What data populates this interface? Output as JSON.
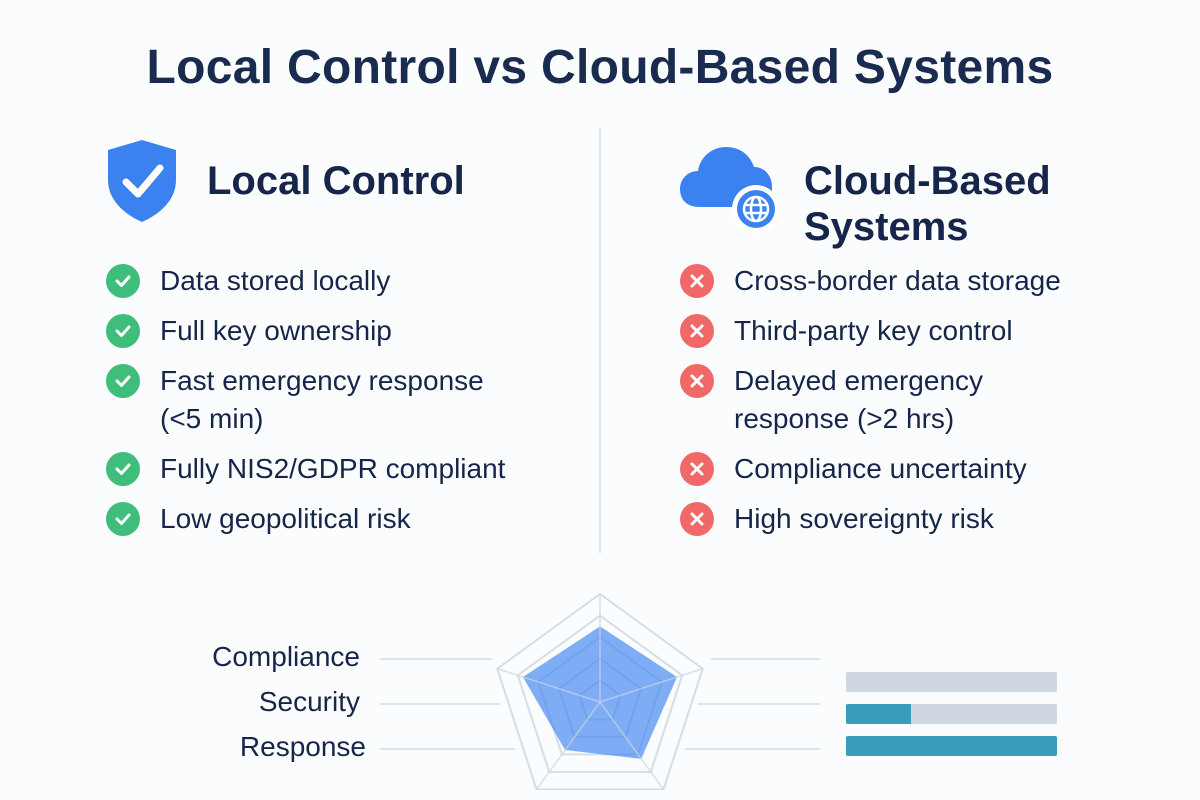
{
  "title": "Local Control vs Cloud-Based Systems",
  "local": {
    "heading": "Local Control",
    "icon": "shield-check-icon",
    "items": [
      "Data stored locally",
      "Full key ownership",
      "Fast emergency response (<5 min)",
      "Fully NIS2/GDPR compliant",
      "Low geopolitical risk"
    ]
  },
  "cloud": {
    "heading": "Cloud-Based Systems",
    "icon": "cloud-globe-icon",
    "items": [
      "Cross-border data storage",
      "Third-party key control",
      "Delayed emergency response (>2 hrs)",
      "Compliance uncertainty",
      "High sovereignty risk"
    ]
  },
  "colors": {
    "accent": "#3b82f0",
    "ok": "#3fbd7b",
    "bad": "#f06868",
    "bar": "#3a9bbb",
    "navy": "#16264a"
  },
  "chart_data": [
    {
      "type": "radar",
      "axes_count": 5,
      "rings": 5,
      "values": [
        0.7,
        0.75,
        0.65,
        0.55,
        0.75
      ],
      "range": [
        0,
        1
      ]
    },
    {
      "type": "bar",
      "orientation": "horizontal",
      "categories": [
        "Compliance",
        "Security",
        "Response"
      ],
      "values": [
        0,
        0.31,
        1.0
      ],
      "range": [
        0,
        1
      ]
    }
  ]
}
